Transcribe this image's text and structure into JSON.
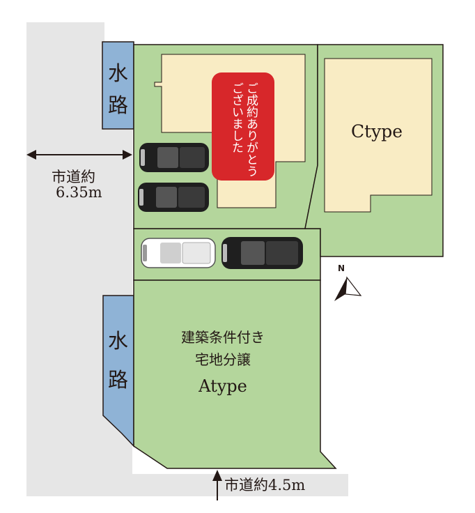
{
  "sold_label": "ご成約ありがとうございました",
  "lot_c_label": "Ctype",
  "lot_a": {
    "line1": "建築条件付き",
    "line2": "宅地分譲",
    "type": "Atype"
  },
  "road_west": {
    "line1": "市道約",
    "line2": "6.35m"
  },
  "road_south": "市道約4.5m",
  "waterway_chars": [
    "水",
    "路"
  ],
  "north_mark": "N",
  "colors": {
    "lot_green": "#b4d69c",
    "building": "#f9ecc4",
    "road_gray": "#e6e6e6",
    "waterway_blue": "#8fb3d6",
    "sold_red": "#d7272a",
    "outline": "#231815"
  },
  "icons": [
    "car-black-icon",
    "car-white-icon",
    "north-arrow-icon",
    "dimension-arrow-icon"
  ]
}
